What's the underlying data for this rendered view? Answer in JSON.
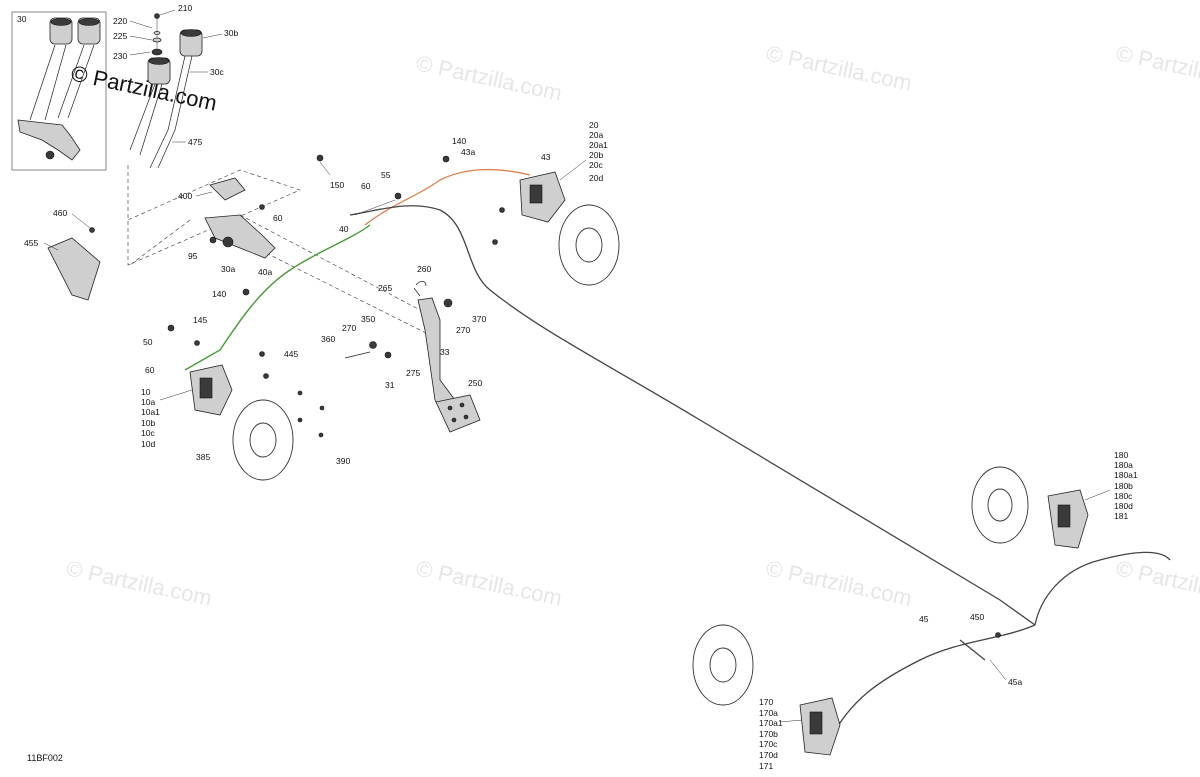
{
  "watermark": {
    "main": "© Partzilla.com",
    "repeat": "© Partzilla.com"
  },
  "figure_code": "11BF002",
  "inset_label": "30",
  "labels": {
    "l210": "210",
    "l220": "220",
    "l225": "225",
    "l230": "230",
    "l30b": "30b",
    "l30c": "30c",
    "l475": "475",
    "l140a": "140",
    "l43a": "43a",
    "l43": "43",
    "l20group": [
      "20",
      "20a",
      "20a1",
      "20b",
      "20c",
      "20d"
    ],
    "l150": "150",
    "l60a": "60",
    "l55": "55",
    "l400": "400",
    "l60b": "60",
    "l460": "460",
    "l455": "455",
    "l40": "40",
    "l95": "95",
    "l30a": "30a",
    "l40a": "40a",
    "l140b": "140",
    "l260": "260",
    "l265": "265",
    "l270a": "270",
    "l370": "370",
    "l270b": "270",
    "l350": "350",
    "l360": "360",
    "l33": "33",
    "l31": "31",
    "l275": "275",
    "l250": "250",
    "l50": "50",
    "l145": "145",
    "l60c": "60",
    "l445": "445",
    "l10group": [
      "10",
      "10a",
      "10a1",
      "10b",
      "10c",
      "10d"
    ],
    "l385": "385",
    "l390": "390",
    "l180group": [
      "180",
      "180a",
      "180a1",
      "180b",
      "180c",
      "180d",
      "181"
    ],
    "l45": "45",
    "l450": "450",
    "l45a": "45a",
    "l170group": [
      "170",
      "170a",
      "170a1",
      "170b",
      "170c",
      "170d",
      "171"
    ]
  }
}
